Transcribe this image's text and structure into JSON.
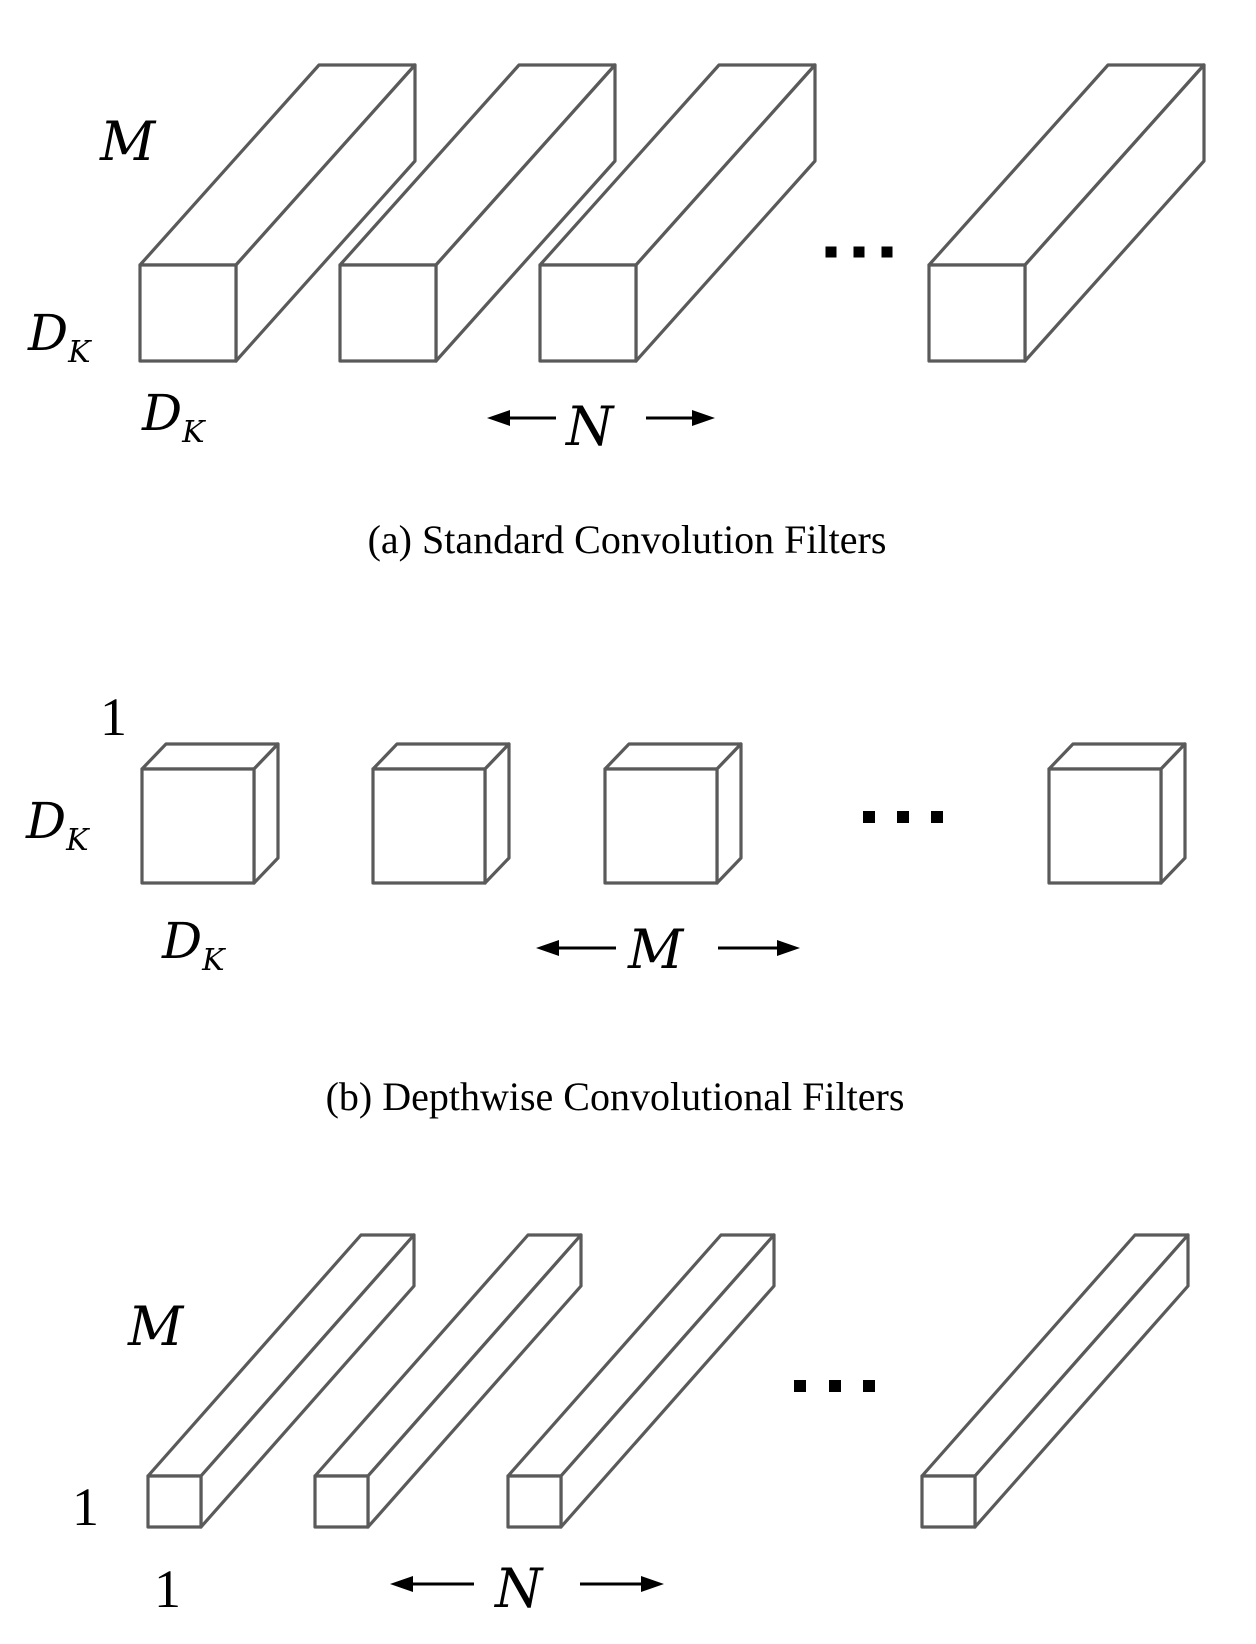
{
  "figure": {
    "panels": [
      {
        "id": "a",
        "caption": "(a)  Standard Convolution Filters",
        "filter_kind": "standard",
        "depth_label": "M",
        "height_label_main": "D",
        "height_label_sub": "K",
        "width_label_main": "D",
        "width_label_sub": "K",
        "count_label": "N",
        "visible_filters": 4,
        "ellipsis": "..."
      },
      {
        "id": "b",
        "caption": "(b)  Depthwise Convolutional Filters",
        "filter_kind": "depthwise",
        "depth_label": "1",
        "height_label_main": "D",
        "height_label_sub": "K",
        "width_label_main": "D",
        "width_label_sub": "K",
        "count_label": "M",
        "visible_filters": 4,
        "ellipsis": "..."
      },
      {
        "id": "c",
        "caption": "",
        "filter_kind": "pointwise",
        "depth_label": "M",
        "height_label": "1",
        "width_label": "1",
        "count_label": "N",
        "visible_filters": 4,
        "ellipsis": "..."
      }
    ],
    "colors": {
      "box_stroke": "#5a5a5a",
      "text": "#000000",
      "background": "#ffffff"
    }
  }
}
